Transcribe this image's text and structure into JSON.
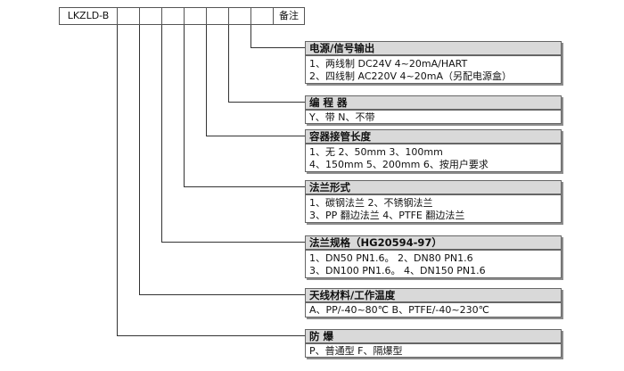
{
  "model_code": {
    "prefix": "LKZLD-B",
    "note": "备注"
  },
  "sections": [
    {
      "title": "电源/信号输出",
      "lines": [
        "1、两线制  DC24V 4~20mA/HART",
        "2、四线制 AC220V 4~20mA（另配电源盒）"
      ]
    },
    {
      "title": "编  程  器",
      "lines": [
        "Y、带     N、不带"
      ]
    },
    {
      "title": "容器接管长度",
      "lines": [
        "1、无           2、50mm    3、100mm",
        "4、150mm    5、200mm    6、按用户要求"
      ]
    },
    {
      "title": "法兰形式",
      "lines": [
        "1、碳钢法兰          2、不锈钢法兰",
        "3、PP 翻边法兰     4、PTFE 翻边法兰"
      ]
    },
    {
      "title": "法兰规格（HG20594-97）",
      "lines": [
        "1、DN50 PN1.6。      2、DN80 PN1.6",
        "3、DN100 PN1.6。   4、DN150 PN1.6"
      ]
    },
    {
      "title": "天线材料/工作温度",
      "lines": [
        "A、PP/-40~80℃    B、PTFE/-40~230℃"
      ]
    },
    {
      "title": "防      爆",
      "lines": [
        "P、普通型    F、隔爆型"
      ]
    }
  ]
}
